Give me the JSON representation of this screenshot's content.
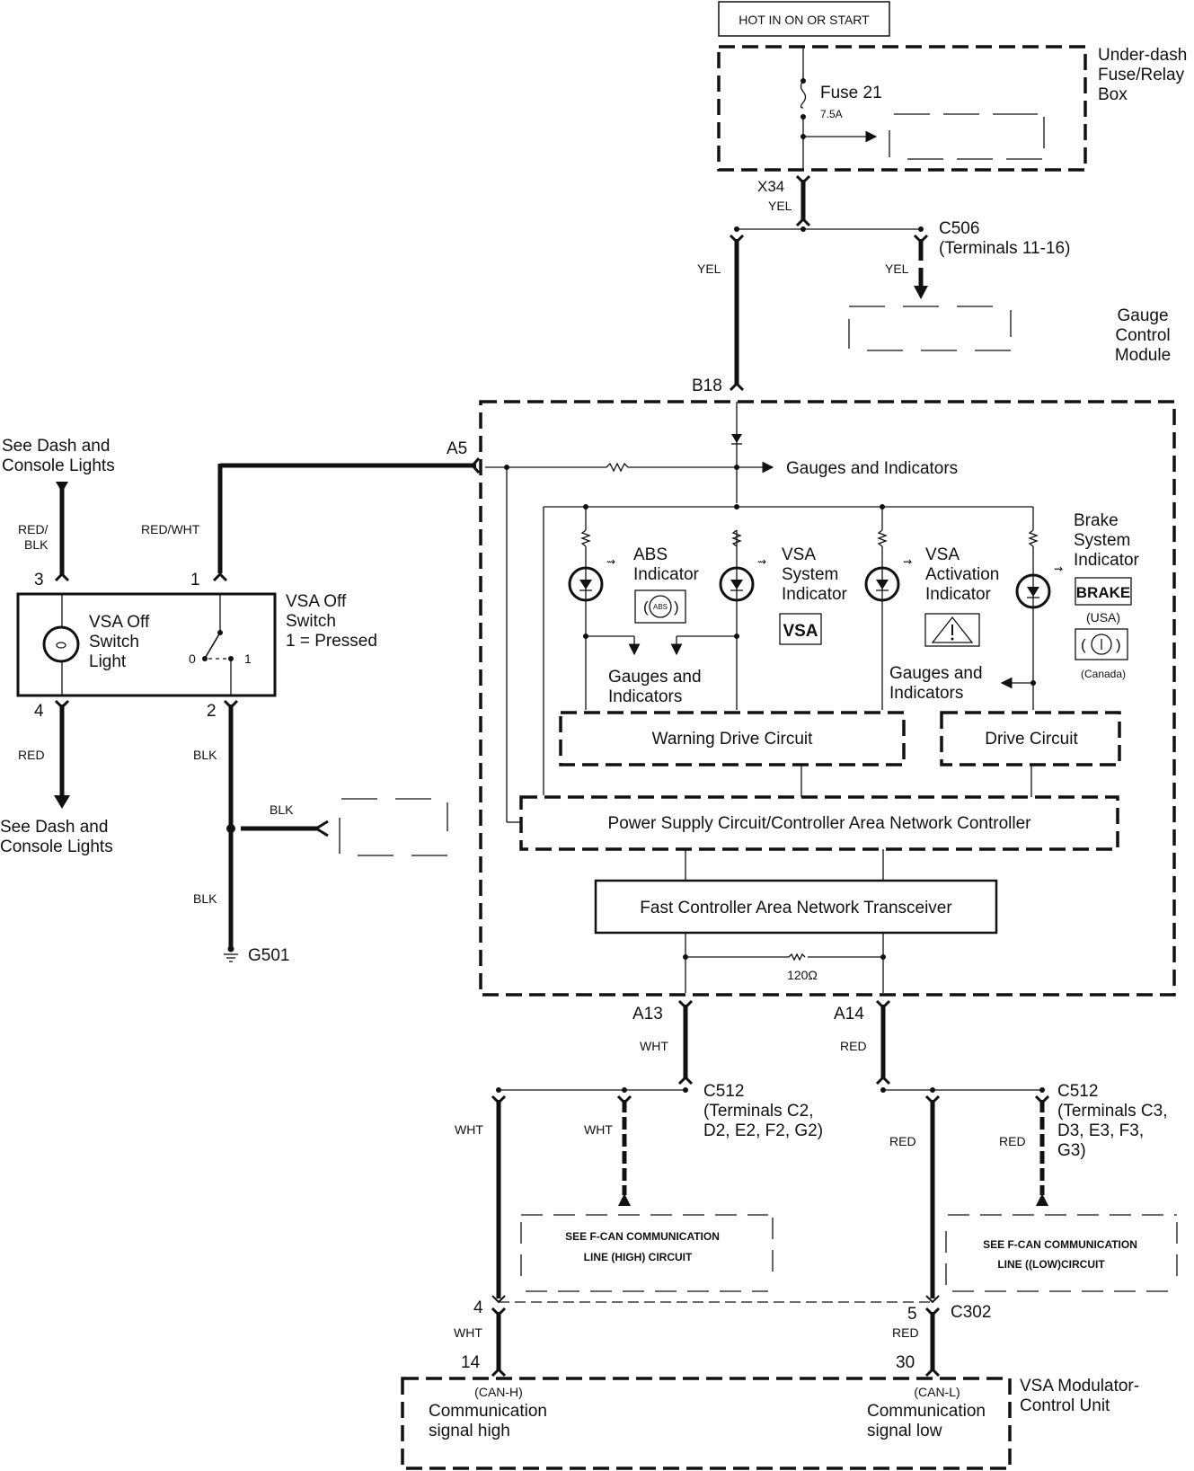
{
  "diagram": {
    "power_source_label": "HOT IN ON OR START",
    "fuse_box": {
      "name_lines": [
        "Under-dash",
        "Fuse/Relay",
        "Box"
      ],
      "fuse_label": "Fuse 21",
      "fuse_rating": "7.5A"
    },
    "connectors": {
      "x34": "X34",
      "c506": "C506",
      "c506_terminals": "(Terminals 11-16)",
      "b18": "B18",
      "a5": "A5",
      "a13": "A13",
      "a14": "A14",
      "c512_high": "C512",
      "c512_high_terminals": [
        "(Terminals C2,",
        "D2, E2, F2, G2)"
      ],
      "c512_low": "C512",
      "c512_low_terminals": [
        "(Terminals C3,",
        "D3, E3, F3,",
        "G3)"
      ],
      "c302": "C302",
      "g501": "G501"
    },
    "wire_colors": {
      "x34_wire": "YEL",
      "b18_wire": "YEL",
      "c506_wire": "YEL",
      "a5_wire": "RED/WHT",
      "pin3_wire": [
        "RED/",
        "BLK"
      ],
      "pin4_wire": "RED",
      "pin2_wire": "BLK",
      "ground_branch": "BLK",
      "ground_wire": "BLK",
      "a13_wire": "WHT",
      "a14_wire": "RED",
      "high_left": "WHT",
      "high_right": "WHT",
      "low_left": "RED",
      "low_right": "RED",
      "c302_high": "WHT",
      "c302_low": "RED"
    },
    "pins": {
      "p3": "3",
      "p1": "1",
      "p4": "4",
      "p2": "2",
      "c302_high": "4",
      "c302_low": "5",
      "vsa_high": "14",
      "vsa_low": "30"
    },
    "gauge_module": {
      "name_lines": [
        "Gauge",
        "Control",
        "Module"
      ],
      "gauges_top": "Gauges and Indicators",
      "abs": {
        "lines": [
          "ABS",
          "Indicator"
        ],
        "icon": "ABS"
      },
      "vsa_system": {
        "lines": [
          "VSA",
          "System",
          "Indicator"
        ],
        "icon": "VSA"
      },
      "vsa_activation": {
        "lines": [
          "VSA",
          "Activation",
          "Indicator"
        ],
        "icon": "warning-triangle"
      },
      "brake": {
        "lines": [
          "Brake",
          "System",
          "Indicator"
        ],
        "icon_usa": "BRAKE",
        "usa": "(USA)",
        "canada": "(Canada)"
      },
      "gauges_left": [
        "Gauges and",
        "Indicators"
      ],
      "gauges_right": [
        "Gauges and",
        "Indicators"
      ],
      "warning_drive": "Warning Drive Circuit",
      "drive": "Drive Circuit",
      "power_supply": "Power Supply Circuit/Controller Area Network Controller",
      "transceiver": "Fast Controller Area Network Transceiver",
      "terminator": "120Ω"
    },
    "vsa_off_switch": {
      "name_lines": [
        "VSA Off",
        "Switch",
        "1 = Pressed"
      ],
      "light_lines": [
        "VSA Off",
        "Switch",
        "Light"
      ],
      "pos0": "0",
      "pos1": "1"
    },
    "dash_lights_top": [
      "See Dash and",
      "Console Lights"
    ],
    "dash_lights_bottom": [
      "See Dash and",
      "Console Lights"
    ],
    "fcan_high": [
      "SEE F-CAN COMMUNICATION",
      "LINE (HIGH) CIRCUIT"
    ],
    "fcan_low": [
      "SEE F-CAN COMMUNICATION",
      "LINE ((LOW)CIRCUIT"
    ],
    "vsa_modulator": {
      "name_lines": [
        "VSA Modulator-",
        "Control Unit"
      ],
      "can_h": "(CAN-H)",
      "high_lines": [
        "Communication",
        "signal high"
      ],
      "can_l": "(CAN-L)",
      "low_lines": [
        "Communication",
        "signal low"
      ]
    }
  }
}
